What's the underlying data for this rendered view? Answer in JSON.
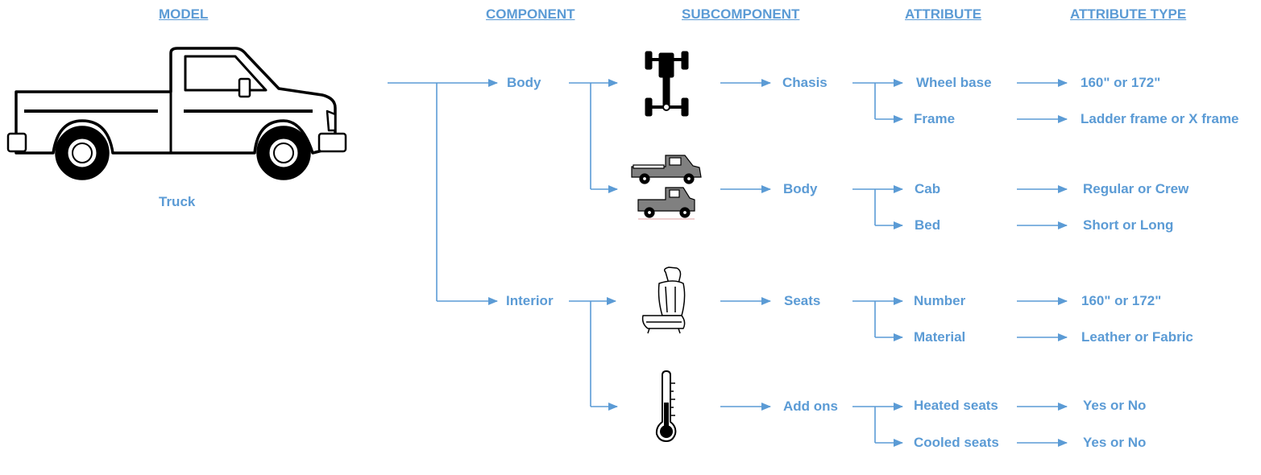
{
  "headers": {
    "model": "MODEL",
    "component": "COMPONENT",
    "subcomponent": "SUBCOMPONENT",
    "attribute": "ATTRIBUTE",
    "attribute_type": "ATTRIBUTE TYPE"
  },
  "model": {
    "label": "Truck",
    "icon": "pickup-truck-icon"
  },
  "components": {
    "body": "Body",
    "interior": "Interior"
  },
  "subcomponents": {
    "chasis": {
      "label": "Chasis",
      "icon": "chassis-icon"
    },
    "body": {
      "label": "Body",
      "icon": "truck-body-icon"
    },
    "seats": {
      "label": "Seats",
      "icon": "car-seat-icon"
    },
    "addons": {
      "label": "Add ons",
      "icon": "thermometer-icon"
    }
  },
  "attributes": {
    "wheel_base": {
      "label": "Wheel base",
      "type": "160\" or 172\""
    },
    "frame": {
      "label": "Frame",
      "type": "Ladder frame or X frame"
    },
    "cab": {
      "label": "Cab",
      "type": "Regular or Crew"
    },
    "bed": {
      "label": "Bed",
      "type": "Short or Long"
    },
    "number": {
      "label": "Number",
      "type": "160\" or 172\""
    },
    "material": {
      "label": "Material",
      "type": "Leather or Fabric"
    },
    "heated": {
      "label": "Heated seats",
      "type": "Yes or No"
    },
    "cooled": {
      "label": "Cooled seats",
      "type": "Yes or No"
    }
  },
  "colors": {
    "accent": "#5b9bd5",
    "icon": "#000000"
  }
}
